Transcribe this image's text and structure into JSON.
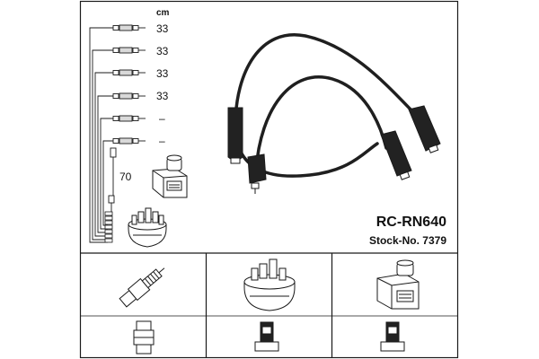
{
  "lengths": {
    "unit": "cm",
    "rows": [
      {
        "value": "33"
      },
      {
        "value": "33"
      },
      {
        "value": "33"
      },
      {
        "value": "33"
      },
      {
        "value": "–"
      },
      {
        "value": "–"
      }
    ],
    "coil_wire": "70"
  },
  "product": {
    "part_number": "RC-RN640",
    "stock_label": "Stock-No. 7379"
  },
  "colors": {
    "line": "#1a1a1a",
    "cable": "#1f1f1f",
    "background": "#ffffff"
  }
}
